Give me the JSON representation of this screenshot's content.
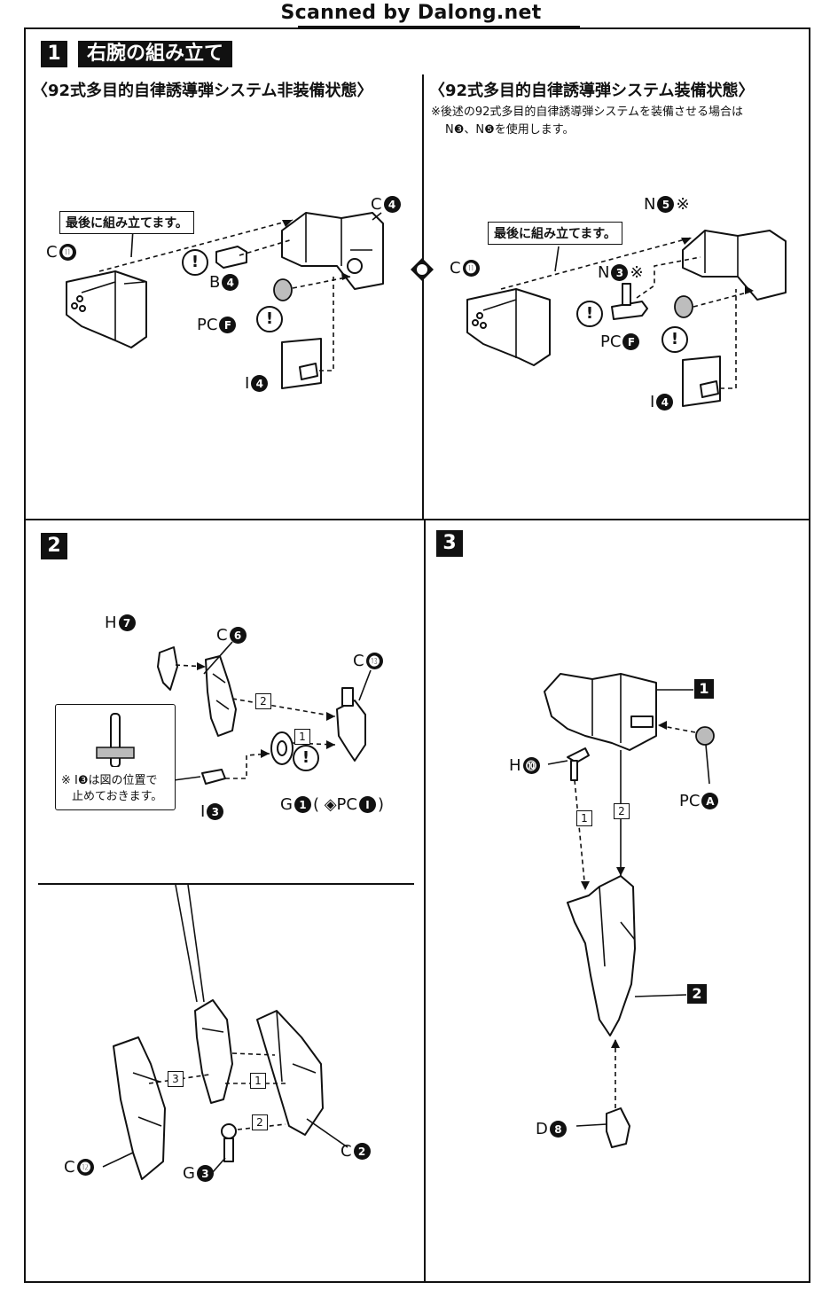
{
  "header": {
    "scan_credit": "Scanned by Dalong.net"
  },
  "step1": {
    "number": "1",
    "title": "右腕の組み立て",
    "left": {
      "heading": "〈92式多目的自律誘導弾システム非装備状態〉",
      "callout": "最後に組み立てます。",
      "labels": {
        "c11": {
          "prefix": "C",
          "num": "⓫"
        },
        "c4": {
          "prefix": "C",
          "num": "4"
        },
        "b4": {
          "prefix": "B",
          "num": "4"
        },
        "pcf": {
          "prefix": "PC",
          "num": "F"
        },
        "i4": {
          "prefix": "I",
          "num": "4"
        }
      }
    },
    "right": {
      "heading": "〈92式多目的自律誘導弾システム装備状態〉",
      "note_line1": "※後述の92式多目的自律誘導弾システムを装備させる場合は",
      "note_line2": "N❸、N❺を使用します。",
      "callout": "最後に組み立てます。",
      "labels": {
        "n5": {
          "prefix": "N",
          "num": "5",
          "suffix": "※"
        },
        "c11": {
          "prefix": "C",
          "num": "⓫"
        },
        "n3": {
          "prefix": "N",
          "num": "3",
          "suffix": "※"
        },
        "pcf": {
          "prefix": "PC",
          "num": "F"
        },
        "i4": {
          "prefix": "I",
          "num": "4"
        }
      }
    },
    "warn": "!"
  },
  "step2": {
    "number": "2",
    "inset_note_line1": "※ I❸は図の位置で",
    "inset_note_line2": "止めておきます。",
    "labels": {
      "h7": {
        "prefix": "H",
        "num": "7"
      },
      "c6": {
        "prefix": "C",
        "num": "6"
      },
      "c13": {
        "prefix": "C",
        "num": "⓭"
      },
      "i3": {
        "prefix": "I",
        "num": "3"
      },
      "g1": {
        "prefix": "G",
        "num": "1",
        "suffix": "( ◈PC",
        "num2": "I",
        "suffix2": ")"
      },
      "c12": {
        "prefix": "C",
        "num": "⓬"
      },
      "g3": {
        "prefix": "G",
        "num": "3"
      },
      "c2": {
        "prefix": "C",
        "num": "2"
      }
    },
    "order": {
      "one": "1",
      "two": "2",
      "three": "3"
    }
  },
  "step3": {
    "number": "3",
    "labels": {
      "h10": {
        "prefix": "H",
        "num": "⓾"
      },
      "pca": {
        "prefix": "PC",
        "num": "A"
      },
      "d8": {
        "prefix": "D",
        "num": "8"
      }
    },
    "ref1": "1",
    "ref2": "2",
    "order": {
      "one": "1",
      "two": "2"
    }
  }
}
